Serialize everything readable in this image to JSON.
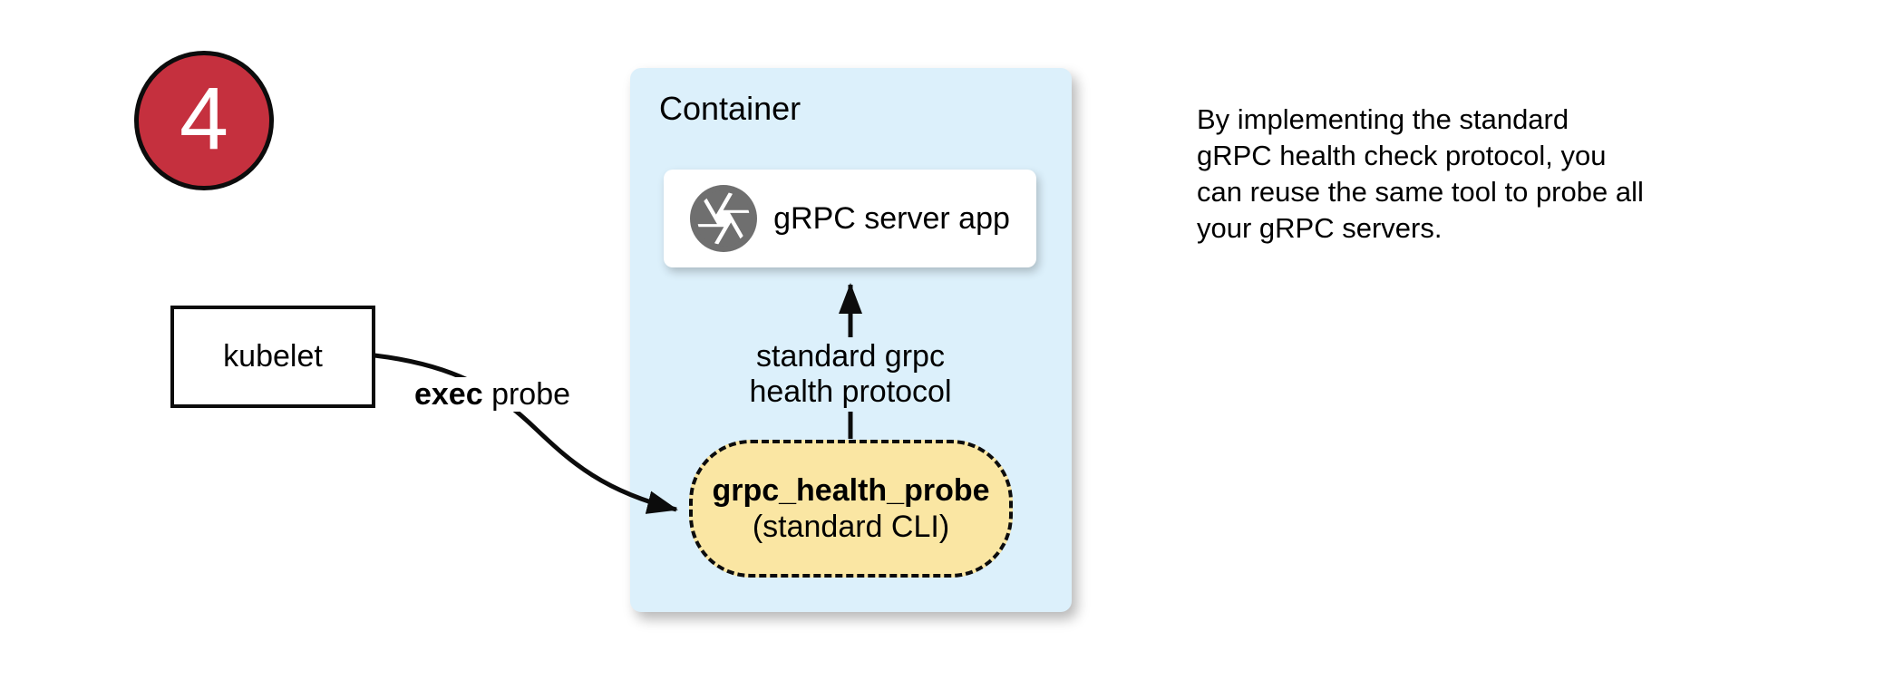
{
  "colors": {
    "step-red": "#c5303e",
    "container-blue": "#dcf0fb",
    "probe-yellow": "#fae6a3",
    "icon-gray": "#6f6f6f",
    "ink": "#000000"
  },
  "step_badge": {
    "number": "4"
  },
  "kubelet": {
    "label": "kubelet"
  },
  "exec_probe_arrow": {
    "label_bold": "exec",
    "label_rest": " probe"
  },
  "container": {
    "title": "Container",
    "server_app": {
      "icon": "grpc-aperture-icon",
      "label": "gRPC server app"
    },
    "health_arrow": {
      "label_line1": "standard grpc",
      "label_line2": "health protocol"
    },
    "probe_pill": {
      "title": "grpc_health_probe",
      "subtitle": "(standard CLI)"
    }
  },
  "note": {
    "lines": [
      "By implementing the standard",
      "gRPC health check protocol, you",
      "can reuse the same tool to probe all",
      "your gRPC servers."
    ]
  }
}
